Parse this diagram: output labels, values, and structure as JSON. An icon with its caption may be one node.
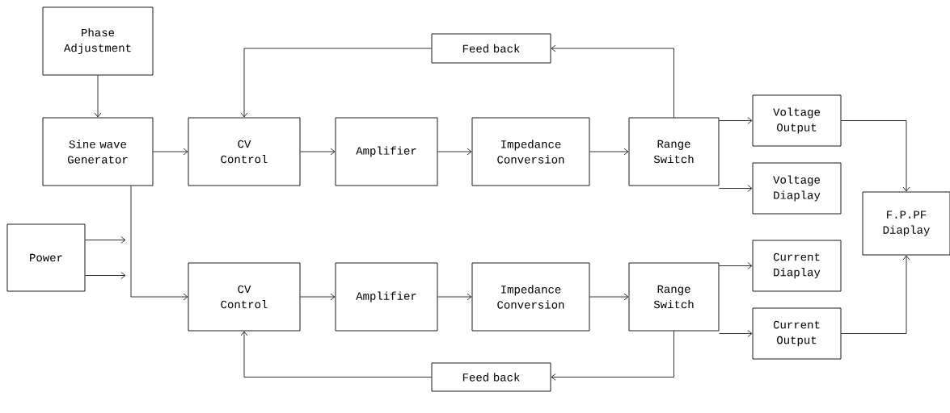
{
  "diagram": {
    "nodes": [
      {
        "text": [
          "Phase Adjustment"
        ]
      },
      {
        "text": [
          "Sine wave Generator"
        ]
      },
      {
        "text": [
          "CV Control"
        ]
      },
      {
        "text": [
          "Amplifier"
        ]
      },
      {
        "text": [
          "Impedance Conversion"
        ]
      },
      {
        "text": [
          "Range Switch"
        ]
      },
      {
        "text": [
          "Feed back"
        ]
      },
      {
        "text": [
          "Voltage Output"
        ]
      },
      {
        "text": [
          "Voltage Diaplay"
        ]
      },
      {
        "text": [
          "F.P.PF Diaplay"
        ]
      },
      {
        "text": [
          "Power"
        ]
      },
      {
        "text": [
          "CV Control"
        ]
      },
      {
        "text": [
          "Amplifier"
        ]
      },
      {
        "text": [
          "Impedance Conversion"
        ]
      },
      {
        "text": [
          "Range Switch"
        ]
      },
      {
        "text": [
          "Current Diaplay"
        ]
      },
      {
        "text": [
          "Current Output"
        ]
      },
      {
        "text": [
          "Feed back"
        ]
      }
    ],
    "edges": [
      {
        "from": 0,
        "to": 1,
        "arrow": "to"
      },
      {
        "from": 1,
        "to": 2,
        "arrow": "to"
      },
      {
        "from": 2,
        "to": 3,
        "arrow": "to"
      },
      {
        "from": 3,
        "to": 4,
        "arrow": "to"
      },
      {
        "from": 4,
        "to": 5,
        "arrow": "to"
      },
      {
        "from": 5,
        "to": 6,
        "arrow": "to"
      },
      {
        "from": 6,
        "to": 2,
        "arrow": "to"
      },
      {
        "from": 5,
        "to": 7,
        "arrow": "to"
      },
      {
        "from": 5,
        "to": 8,
        "arrow": "to"
      },
      {
        "from": 7,
        "to": 9,
        "arrow": "to"
      },
      {
        "from": 1,
        "to": 11,
        "arrow": "to"
      },
      {
        "from": 10,
        "to": null,
        "arrow": "to"
      },
      {
        "from": 10,
        "to": null,
        "arrow": "to"
      },
      {
        "from": 11,
        "to": 12,
        "arrow": "to"
      },
      {
        "from": 12,
        "to": 13,
        "arrow": "to"
      },
      {
        "from": 13,
        "to": 14,
        "arrow": "to"
      },
      {
        "from": 14,
        "to": 15,
        "arrow": "to"
      },
      {
        "from": 14,
        "to": 16,
        "arrow": "to"
      },
      {
        "from": 16,
        "to": 9,
        "arrow": "to"
      },
      {
        "from": 14,
        "to": 17,
        "arrow": "to"
      },
      {
        "from": 17,
        "to": 11,
        "arrow": "to"
      }
    ]
  }
}
